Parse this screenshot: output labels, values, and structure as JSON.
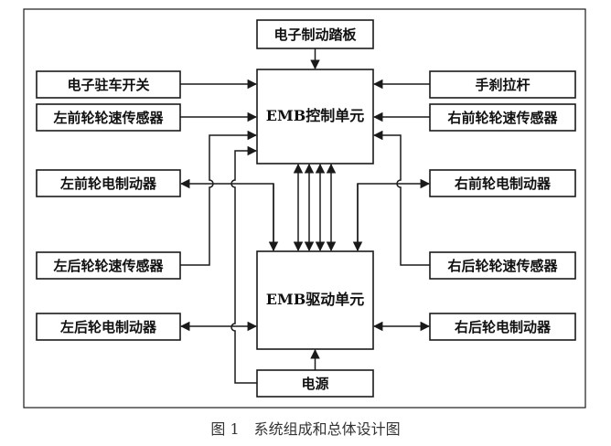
{
  "boxes": {
    "pedal": "电子制动踏板",
    "ebrake": "电子驻车开关",
    "handbrake": "手刹拉杆",
    "lf_speed": "左前轮轮速传感器",
    "rf_speed": "右前轮轮速传感器",
    "control": "EMB控制单元",
    "lf_brake": "左前轮电制动器",
    "rf_brake": "右前轮电制动器",
    "lr_speed": "左后轮轮速传感器",
    "rr_speed": "右后轮轮速传感器",
    "drive": "EMB驱动单元",
    "lr_brake": "左后轮电制动器",
    "rr_brake": "右后轮电制动器",
    "power": "电源"
  },
  "caption": "图 1　系统组成和总体设计图"
}
